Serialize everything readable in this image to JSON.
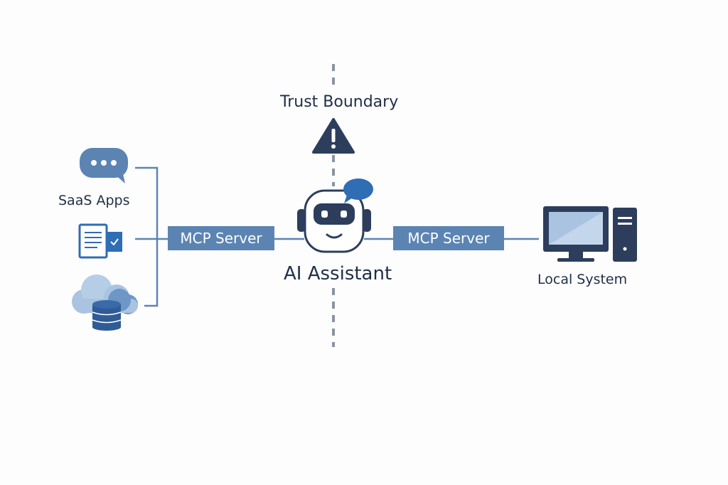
{
  "diagram": {
    "boundary_label": "Trust Boundary",
    "center_label": "AI Assistant",
    "left_group_label": "SaaS Apps",
    "left_connector_label": "MCP Server",
    "right_connector_label": "MCP Server",
    "right_label": "Local System"
  },
  "colors": {
    "primary": "#5b84b3",
    "dark": "#2c3e5c",
    "light": "#a9c3e0",
    "accent": "#2f6db5",
    "line": "#5b84b3",
    "boundary": "#8a93a3",
    "text": "#1f2f47"
  },
  "icons": {
    "chat": "speech-bubble-icon",
    "document": "document-icon",
    "cloud": "cloud-database-icon",
    "warning": "warning-triangle-icon",
    "robot": "robot-assistant-icon",
    "computer": "desktop-computer-icon"
  }
}
